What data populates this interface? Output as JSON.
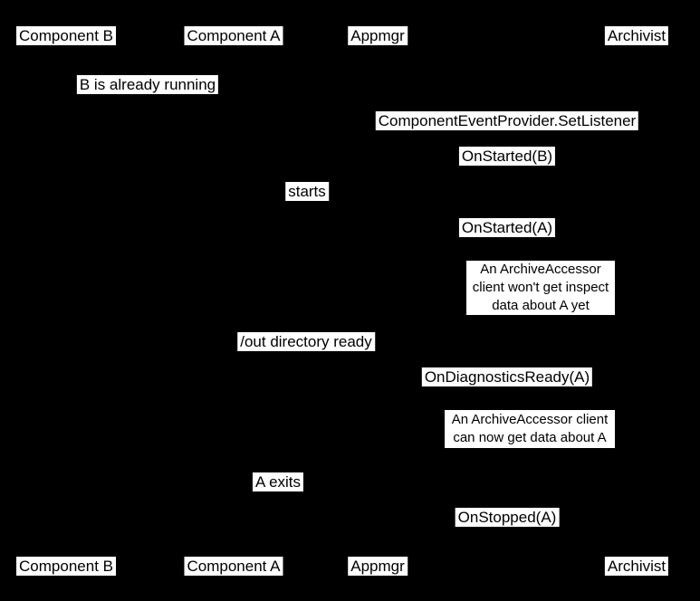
{
  "canvas": {
    "background_color": "#000000",
    "label_background_color": "#ffffff",
    "label_text_color": "#000000"
  },
  "diagram": {
    "type": "sequence-diagram",
    "participants": [
      {
        "label": "Component B"
      },
      {
        "label": "Component A"
      },
      {
        "label": "Appmgr"
      },
      {
        "label": "Archivist"
      }
    ],
    "messages": [
      {
        "label": "B is already running"
      },
      {
        "label": "ComponentEventProvider.SetListener"
      },
      {
        "label": "OnStarted(B)"
      },
      {
        "label": "starts"
      },
      {
        "label": "OnStarted(A)"
      },
      {
        "label": "/out directory ready"
      },
      {
        "label": "OnDiagnosticsReady(A)"
      },
      {
        "label": "A exits"
      },
      {
        "label": "OnStopped(A)"
      }
    ],
    "notes": [
      {
        "lines": [
          "An ArchiveAccessor",
          "client won't get inspect",
          "data about A yet"
        ]
      },
      {
        "lines": [
          "An ArchiveAccessor client",
          "can now get data about A"
        ]
      }
    ]
  }
}
